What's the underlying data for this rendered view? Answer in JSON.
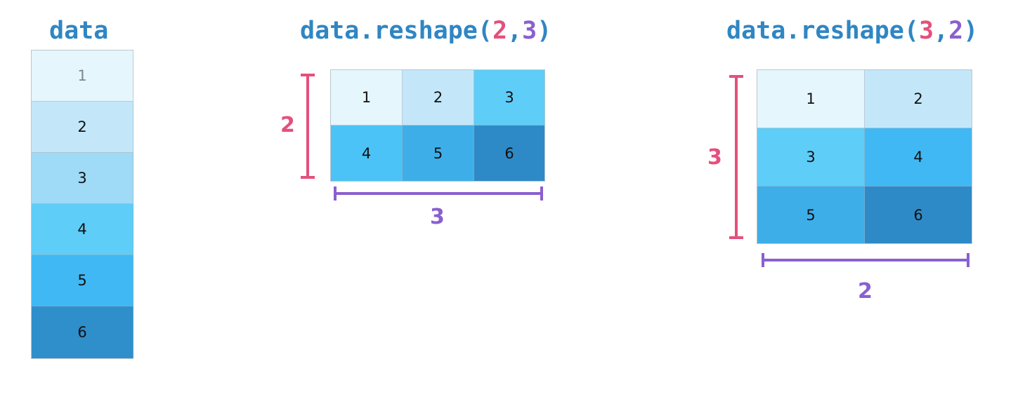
{
  "colors": {
    "title": "#2f86c3",
    "rows_accent": "#e4507c",
    "cols_accent": "#8a5fcf",
    "faint_text": "#7b8794",
    "dark_text": "#111111",
    "shade_1": "#e6f6fd",
    "shade_2": "#c3e7f9",
    "shade_3": "#9fdaf7",
    "shade_4": "#5ecdf8",
    "shade_5": "#40b8f4",
    "shade_6": "#2f8fcb",
    "alt_shade_4": "#4bc3f6",
    "alt_shade_5": "#3eaee9",
    "alt_shade_6": "#2e8ac6"
  },
  "panel_data": {
    "title": "data",
    "values": [
      "1",
      "2",
      "3",
      "4",
      "5",
      "6"
    ]
  },
  "panel_2x3": {
    "title_prefix": "data.reshape(",
    "title_rows": "2",
    "title_sep": ",",
    "title_cols": "3",
    "title_suffix": ")",
    "cells": [
      "1",
      "2",
      "3",
      "4",
      "5",
      "6"
    ],
    "row_dim_label": "2",
    "col_dim_label": "3"
  },
  "panel_3x2": {
    "title_prefix": "data.reshape(",
    "title_rows": "3",
    "title_sep": ",",
    "title_cols": "2",
    "title_suffix": ")",
    "cells": [
      "1",
      "2",
      "3",
      "4",
      "5",
      "6"
    ],
    "row_dim_label": "3",
    "col_dim_label": "2"
  }
}
